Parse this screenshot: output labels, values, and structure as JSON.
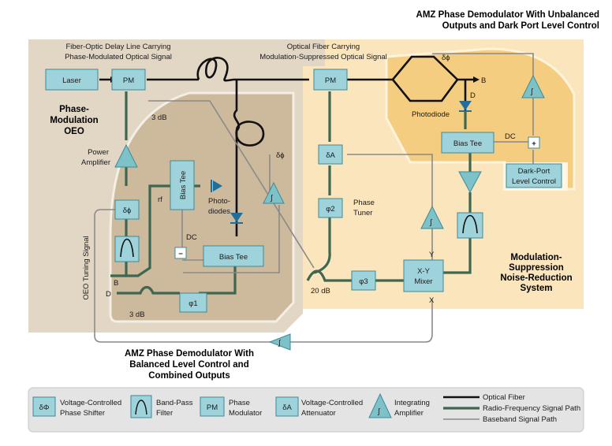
{
  "regions": {
    "left_title": [
      "Phase-",
      "Modulation",
      "OEO"
    ],
    "right_title": [
      "Modulation-",
      "Suppression",
      "Noise-Reduction",
      "System"
    ],
    "top_right_title": [
      "AMZ Phase Demodulator With Unbalanced",
      "Outputs and Dark Port Level Control"
    ],
    "bottom_title": [
      "AMZ Phase Demodulator With",
      "Balanced Level Control and",
      "Combined Outputs"
    ],
    "fiber_delay": [
      "Fiber-Optic Delay Line Carrying",
      "Phase-Modulated Optical Signal"
    ],
    "fiber_carry": [
      "Optical Fiber Carrying",
      "Modulation-Suppressed Optical Signal"
    ]
  },
  "blocks": {
    "laser": "Laser",
    "pm1": "PM",
    "pm2": "PM",
    "bias_tee_left": "Bias Tee",
    "bias_tee_mid": "Bias Tee",
    "bias_tee_right": "Bias Tee",
    "phi1": "φ1",
    "phi2": "φ2",
    "phi3": "φ3",
    "delta_a": "δA",
    "delta_phi": "δϕ",
    "xy_mixer": [
      "X-Y",
      "Mixer"
    ],
    "dark_port": [
      "Dark-Port",
      "Level Control"
    ],
    "plus": "+",
    "minus": "−"
  },
  "labels": {
    "db3_top": "3 dB",
    "db3_bottom": "3 dB",
    "db20": "20 dB",
    "power_amp": [
      "Power",
      "Amplifier"
    ],
    "photodiodes": [
      "Photo-",
      "diodes"
    ],
    "photodiode": "Photodiode",
    "phase_tuner": [
      "Phase",
      "Tuner"
    ],
    "oeo_tuning": "OEO Tuning Signal",
    "rf": "rf",
    "dc_left": "DC",
    "dc_right": "DC",
    "delta_phi_top": "δϕ",
    "delta_phi_mid": "δϕ",
    "b_right": "B",
    "d_right": "D",
    "b_left": "B",
    "d_left": "D",
    "x": "X",
    "y": "Y"
  },
  "legend": {
    "dphi_sym": "δΦ",
    "dphi_text": [
      "Voltage-Controlled",
      "Phase Shifter"
    ],
    "bpf_text": [
      "Band-Pass",
      "Filter"
    ],
    "pm_sym": "PM",
    "pm_text": [
      "Phase",
      "Modulator"
    ],
    "da_sym": "δA",
    "da_text": [
      "Voltage-Controlled",
      "Attenuator"
    ],
    "amp_text": [
      "Integrating",
      "Amplifier"
    ],
    "optical": "Optical Fiber",
    "rf": "Radio-Frequency Signal Path",
    "baseband": "Baseband Signal Path"
  },
  "colors": {
    "left_region": "#e2d6c4",
    "left_inner": "#cdb99c",
    "right_region": "#fbe5bd",
    "top_right_inner": "#f5cd80",
    "block_fill": "#9fd3dc",
    "rf_path": "#3e6650",
    "photodiode": "#1f6e9c"
  }
}
